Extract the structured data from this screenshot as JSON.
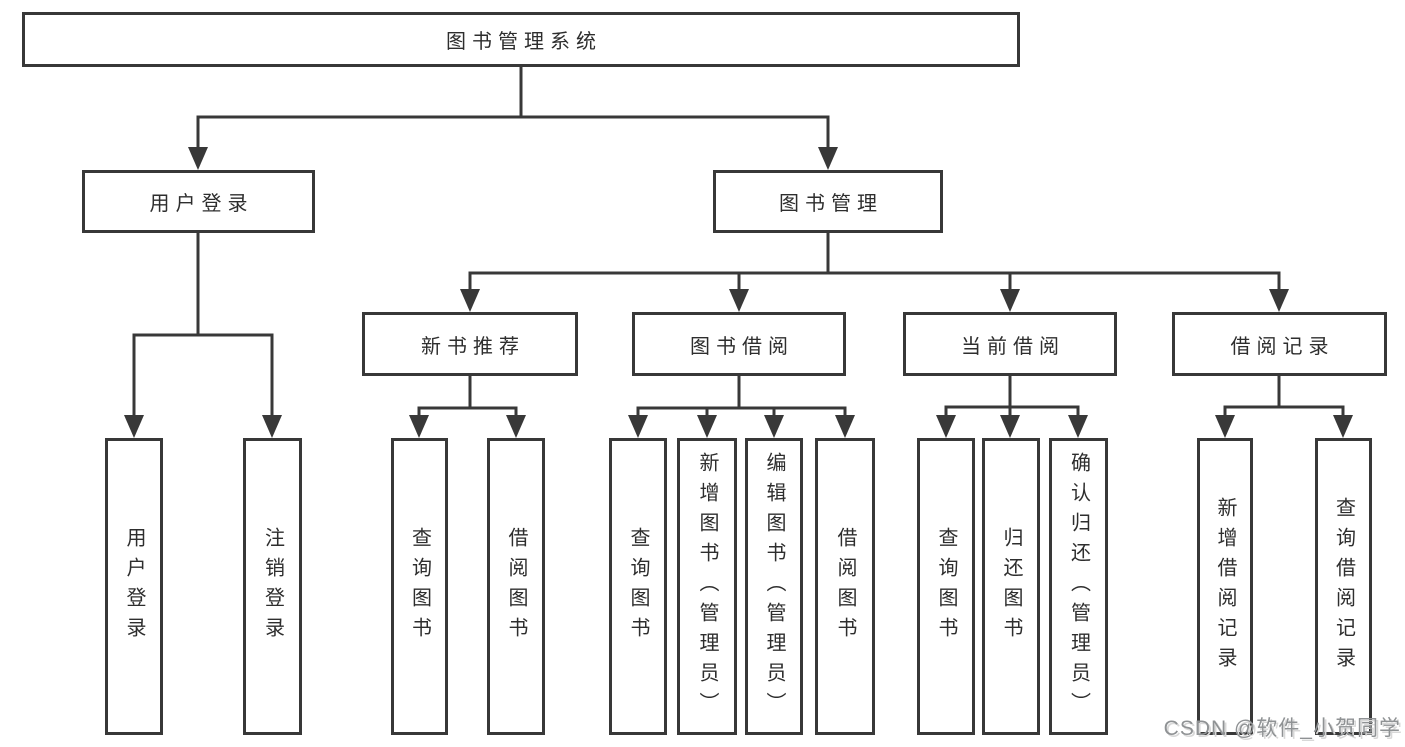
{
  "diagram": {
    "tree": {
      "label": "图书管理系统",
      "children": [
        {
          "label": "用户登录",
          "children": [
            {
              "label": "用户登录"
            },
            {
              "label": "注销登录"
            }
          ]
        },
        {
          "label": "图书管理",
          "children": [
            {
              "label": "新书推荐",
              "children": [
                {
                  "label": "查询图书"
                },
                {
                  "label": "借阅图书"
                }
              ]
            },
            {
              "label": "图书借阅",
              "children": [
                {
                  "label": "查询图书"
                },
                {
                  "label": "新增图书（管理员）"
                },
                {
                  "label": "编辑图书（管理员）"
                },
                {
                  "label": "借阅图书"
                }
              ]
            },
            {
              "label": "当前借阅",
              "children": [
                {
                  "label": "查询图书"
                },
                {
                  "label": "归还图书"
                },
                {
                  "label": "确认归还（管理员）"
                }
              ]
            },
            {
              "label": "借阅记录",
              "children": [
                {
                  "label": "新增借阅记录"
                },
                {
                  "label": "查询借阅记录"
                }
              ]
            }
          ]
        }
      ]
    },
    "colors": {
      "line_ink": "#383838",
      "text_ink": "#2e2e2e",
      "watermark_gray": "#8f9294"
    }
  },
  "watermark": {
    "text": "CSDN @软件_小贺同学"
  }
}
